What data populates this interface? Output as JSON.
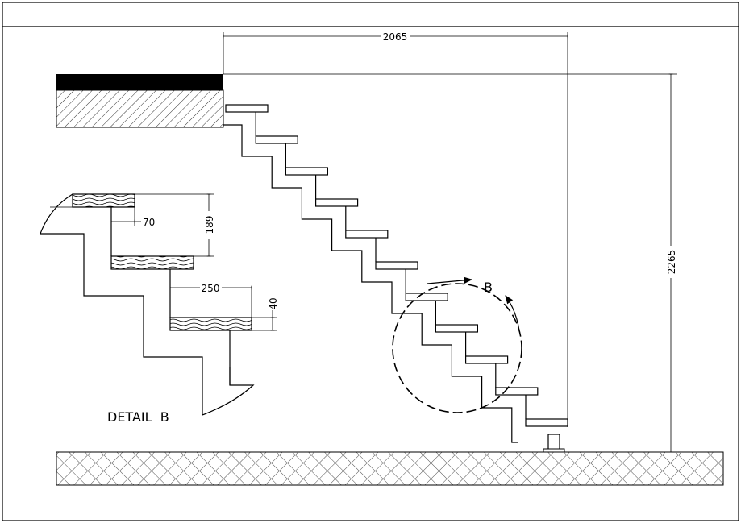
{
  "drawing": {
    "overall_width": "2065",
    "overall_height": "2265",
    "detail_marker": "B",
    "detail_title": "DETAIL  B",
    "detail_dims": {
      "overlap": "70",
      "rise": "189",
      "going": "250",
      "tread_thickness": "40"
    },
    "tread_count": 11
  }
}
